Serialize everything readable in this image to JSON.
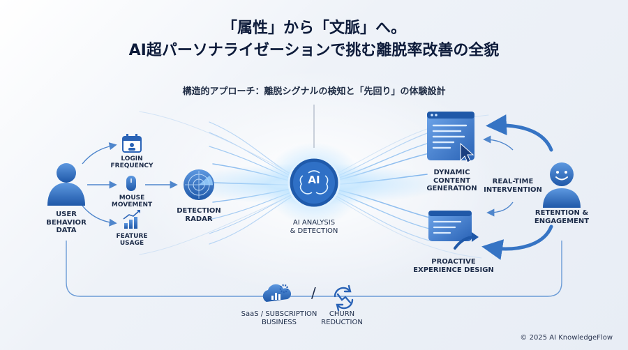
{
  "title_line1": "「属性」から「文脈」へ。",
  "title_line2": "AI超パーソナライゼーションで挑む離脱率改善の全貌",
  "subtitle": "構造的アプローチ：離脱シグナルの検知と「先回り」の体験設計",
  "nodes": {
    "user_behavior": "USER\nBEHAVIOR\nDATA",
    "login_frequency": "LOGIN\nFREQUENCY",
    "mouse_movement": "MOUSE\nMOVEMENT",
    "feature_usage": "FEATURE\nUSAGE",
    "detection_radar": "DETECTION\nRADAR",
    "ai_badge": "AI",
    "ai_analysis": "AI ANALYSIS\n& DETECTION",
    "dynamic_content": "DYNAMIC\nCONTENT\nGENERATION",
    "real_time": "REAL-TIME\nINTERVENTION",
    "proactive": "PROACTIVE\nEXPERIENCE DESIGN",
    "retention": "RETENTION &\nENGAGEMENT",
    "saas": "SaaS / SUBSCRIPTION\nBUSINESS",
    "separator": "/",
    "churn": "CHURN\nREDUCTION"
  },
  "copyright": "© 2025 AI KnowledgeFlow",
  "icons": [
    "user-icon",
    "calendar-icon",
    "mouse-icon",
    "bar-chart-icon",
    "radar-icon",
    "ai-brain-icon",
    "content-window-icon",
    "cursor-icon",
    "proactive-window-icon",
    "smiley-user-icon",
    "cloud-gear-icon",
    "churn-refresh-icon"
  ],
  "colors": {
    "primary_blue": "#2f6fc4",
    "dark_blue": "#1d4f9c",
    "glow": "#9fd3ff",
    "text": "#13213d"
  }
}
